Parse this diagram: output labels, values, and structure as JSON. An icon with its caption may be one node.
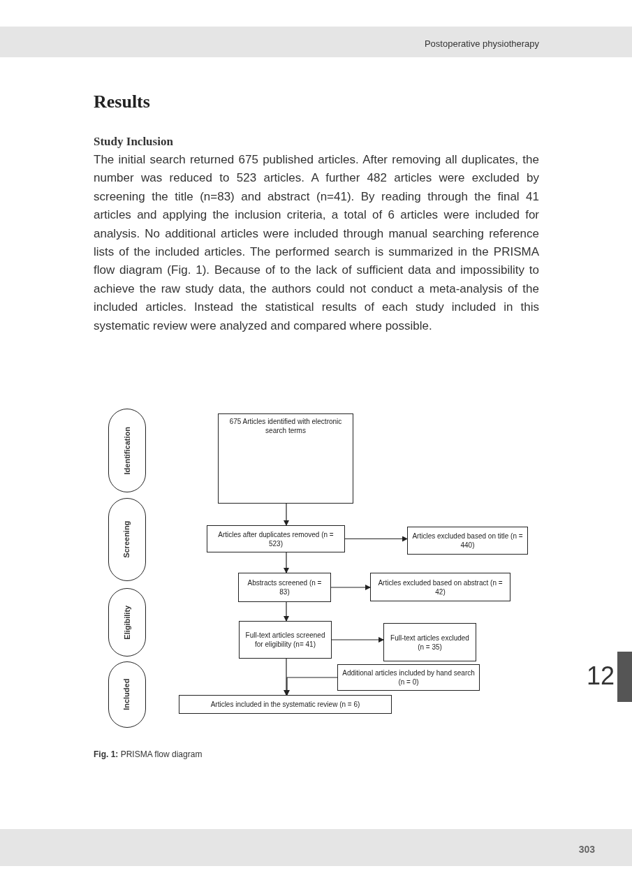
{
  "diagram": {
    "title": "Results",
    "caption": "**Fig. 1:** PRISMA flow diagram",
    "nodes": [
      {
        "text": [
          "Identification"
        ]
      },
      {
        "text": [
          "Screening"
        ]
      },
      {
        "text": [
          "Eligibility"
        ]
      },
      {
        "text": [
          "Included"
        ]
      },
      {
        "text": [
          "675 Articles identified with electronic search terms"
        ]
      },
      {
        "text": [
          "Articles after duplicates removed (n = 523)"
        ]
      },
      {
        "text": [
          "Articles excluded based on title (n = 440)"
        ]
      },
      {
        "text": [
          "Abstracts screened (n = 83)"
        ]
      },
      {
        "text": [
          "Articles excluded based on abstract (n = 42)"
        ]
      },
      {
        "text": [
          "Full-text articles screened for eligibility (n= 41)"
        ]
      },
      {
        "text": [
          "Full-text articles excluded (n = 35)"
        ]
      },
      {
        "text": [
          "Additional articles included by hand search (n = 0)"
        ]
      },
      {
        "text": [
          "Articles included in the systematic review (n = 6)"
        ]
      }
    ],
    "edges": [
      {
        "from": 4,
        "to": 5,
        "arrow": "to"
      },
      {
        "from": 5,
        "to": 6,
        "arrow": "to"
      },
      {
        "from": 5,
        "to": 7,
        "arrow": "to"
      },
      {
        "from": 7,
        "to": 8,
        "arrow": "to"
      },
      {
        "from": 7,
        "to": 9,
        "arrow": "to"
      },
      {
        "from": 9,
        "to": 10,
        "arrow": "to"
      },
      {
        "from": 9,
        "to": 12,
        "arrow": "to"
      },
      {
        "from": 11,
        "to": 12,
        "arrow": "to"
      }
    ],
    "labels": [
      "Postoperative physiotherapy",
      "Study Inclusion",
      "The initial search returned 675 published articles. After removing all duplicates, the number was reduced to 523 articles. A further 482 articles were excluded by screening the title (n=83) and abstract (n=41). By reading through the final 41 articles and applying the inclusion criteria, a total of 6 articles were included for analysis. No additional articles were included through manual searching reference lists of the included articles. The performed search is summarized in the PRISMA flow diagram (Fig. 1). Because of to the lack of sufficient data and impossibility to achieve the raw study data, the authors could not conduct a meta-analysis of the included articles. Instead the statistical results of each study included in this systematic review were analyzed and compared where possible.",
      "12",
      "303"
    ]
  }
}
